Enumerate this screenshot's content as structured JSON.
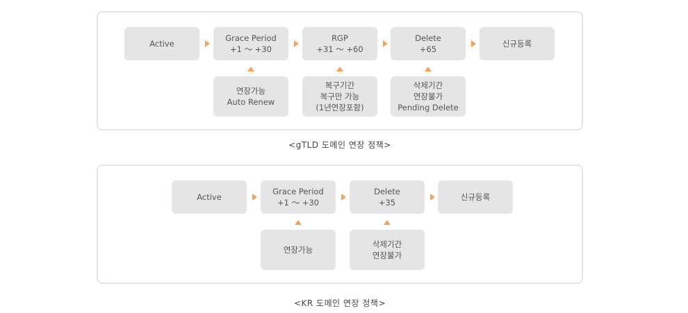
{
  "gtld": {
    "flow": [
      {
        "lines": [
          "Active"
        ]
      },
      {
        "lines": [
          "Grace Period",
          "+1 ～ +30"
        ]
      },
      {
        "lines": [
          "RGP",
          "+31 ～ +60"
        ]
      },
      {
        "lines": [
          "Delete",
          "+65"
        ]
      },
      {
        "lines": [
          "신규등록"
        ]
      }
    ],
    "notes": [
      {
        "lines": [
          "연장가능",
          "Auto Renew"
        ]
      },
      {
        "lines": [
          "복구기간",
          "복구만 가능",
          "(1년연장포함)"
        ]
      },
      {
        "lines": [
          "삭제기간",
          "연장불가",
          "Pending Delete"
        ]
      }
    ],
    "caption": "<gTLD 도메인 연장 정책>"
  },
  "kr": {
    "flow": [
      {
        "lines": [
          "Active"
        ]
      },
      {
        "lines": [
          "Grace Period",
          "+1 ～ +30"
        ]
      },
      {
        "lines": [
          "Delete",
          "+35"
        ]
      },
      {
        "lines": [
          "신규등록"
        ]
      }
    ],
    "notes": [
      {
        "lines": [
          "연장가능"
        ]
      },
      {
        "lines": [
          "삭제기간",
          "연장불가"
        ]
      }
    ],
    "caption": "<KR 도메인 연장 정책>"
  },
  "colors": {
    "box": "#e5e5e5",
    "arrow": "#f5a35a",
    "border": "#e6e6e6"
  }
}
